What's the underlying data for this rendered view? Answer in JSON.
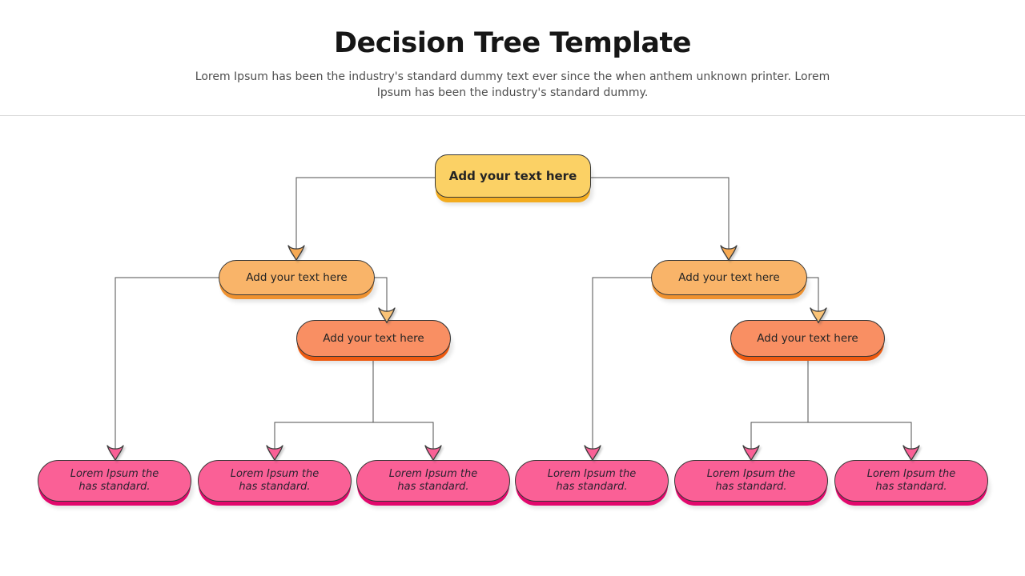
{
  "header": {
    "title": "Decision Tree Template",
    "subtitle_line1": "Lorem Ipsum has been the industry's standard dummy text ever since the when anthem unknown printer. Lorem",
    "subtitle_line2": "Ipsum has been the industry's standard dummy."
  },
  "colors": {
    "root_fill": "#FBD165",
    "root_shadow": "#F3AC1F",
    "branch_fill": "#F9B469",
    "branch_shadow": "#EF9230",
    "subbranch_fill": "#F98F63",
    "subbranch_shadow": "#EE5A10",
    "leaf_fill": "#FA6096",
    "leaf_shadow": "#E2076C",
    "arrow_level2": "#F7AA54",
    "arrow_level3": "#FAC377",
    "arrow_leaf": "#FA6096",
    "connector": "#4F4F4F",
    "title_text": "#161616",
    "subtitle_text": "#4E4E4E"
  },
  "tree": {
    "root": {
      "label": "Add your text here"
    },
    "level2": [
      {
        "label": "Add your text here"
      },
      {
        "label": "Add your text here"
      }
    ],
    "level3": [
      {
        "label": "Add your text here"
      },
      {
        "label": "Add your text here"
      }
    ],
    "leaves": [
      {
        "line1": "Lorem Ipsum the",
        "line2": "has standard."
      },
      {
        "line1": "Lorem Ipsum the",
        "line2": "has standard."
      },
      {
        "line1": "Lorem Ipsum the",
        "line2": "has standard."
      },
      {
        "line1": "Lorem Ipsum the",
        "line2": "has standard."
      },
      {
        "line1": "Lorem Ipsum the",
        "line2": "has standard."
      },
      {
        "line1": "Lorem Ipsum the",
        "line2": "has standard."
      }
    ]
  }
}
